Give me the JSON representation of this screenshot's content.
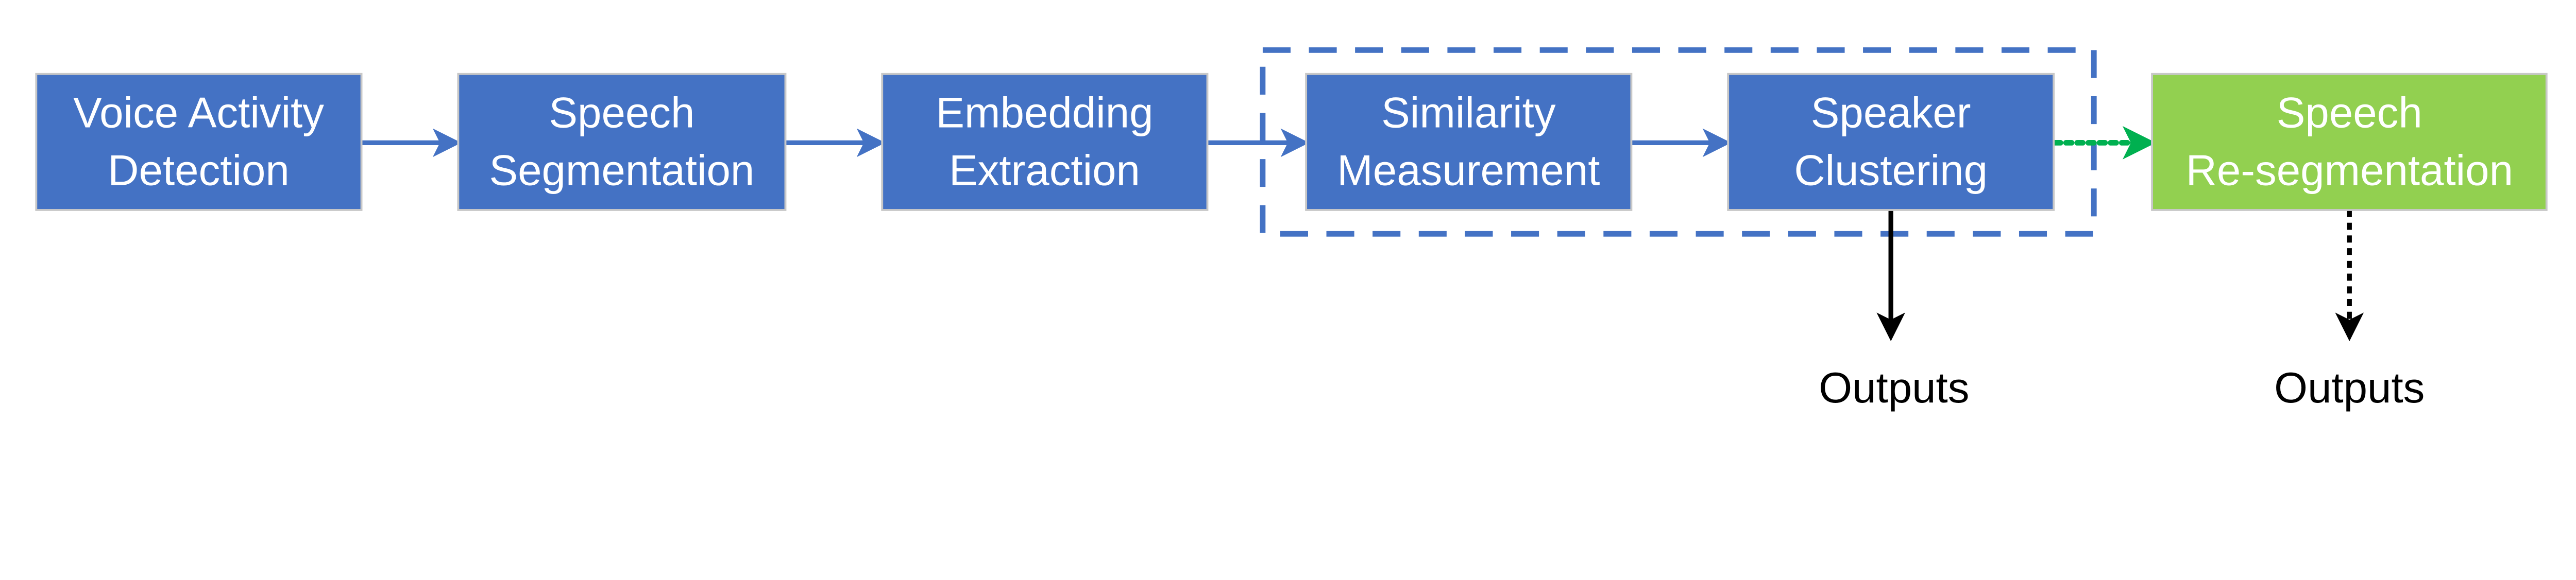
{
  "colors": {
    "block": "#4472C4",
    "block_border": "#C8C8C8",
    "resegmentation_block": "#92D050",
    "optional_arrow": "#00B050",
    "output_arrow": "#000000",
    "background": "#FFFFFF"
  },
  "blocks": [
    {
      "id": "vad",
      "lines": [
        "Voice Activity",
        "Detection"
      ]
    },
    {
      "id": "segmentation",
      "lines": [
        "Speech",
        "Segmentation"
      ]
    },
    {
      "id": "embedding",
      "lines": [
        "Embedding",
        "Extraction"
      ]
    },
    {
      "id": "similarity",
      "lines": [
        "Similarity",
        "Measurement"
      ]
    },
    {
      "id": "clustering",
      "lines": [
        "Speaker",
        "Clustering"
      ]
    },
    {
      "id": "resegmentation",
      "lines": [
        "Speech",
        "Re-segmentation"
      ]
    }
  ],
  "outputs": [
    {
      "from": "clustering",
      "label": "Outputs",
      "style": "solid"
    },
    {
      "from": "resegmentation",
      "label": "Outputs",
      "style": "dotted"
    }
  ],
  "group": {
    "members": [
      "similarity",
      "clustering"
    ],
    "style": "dashed"
  }
}
